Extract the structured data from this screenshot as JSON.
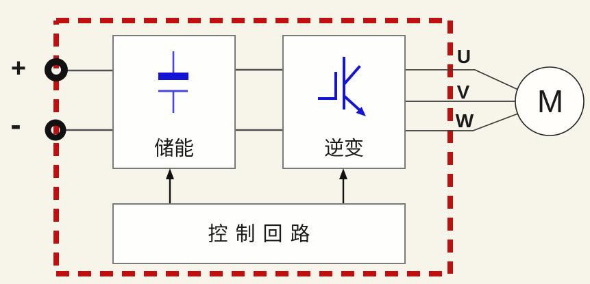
{
  "colors": {
    "background": "#f7f4ea",
    "box_fill": "#fefefc",
    "box_border": "#7a7a7a",
    "dashed_border": "#c00f0f",
    "wire": "#4f4f4f",
    "symbol_blue": "#1414d6",
    "symbol_blue_light": "#4646dd",
    "text": "#1a1a1a"
  },
  "terminals": {
    "positive": "+",
    "negative": "-"
  },
  "blocks": {
    "storage": "储能",
    "inverter": "逆变",
    "control": "控制回路"
  },
  "phase_labels": {
    "u": "U",
    "v": "V",
    "w": "W"
  },
  "motor_label": "M"
}
